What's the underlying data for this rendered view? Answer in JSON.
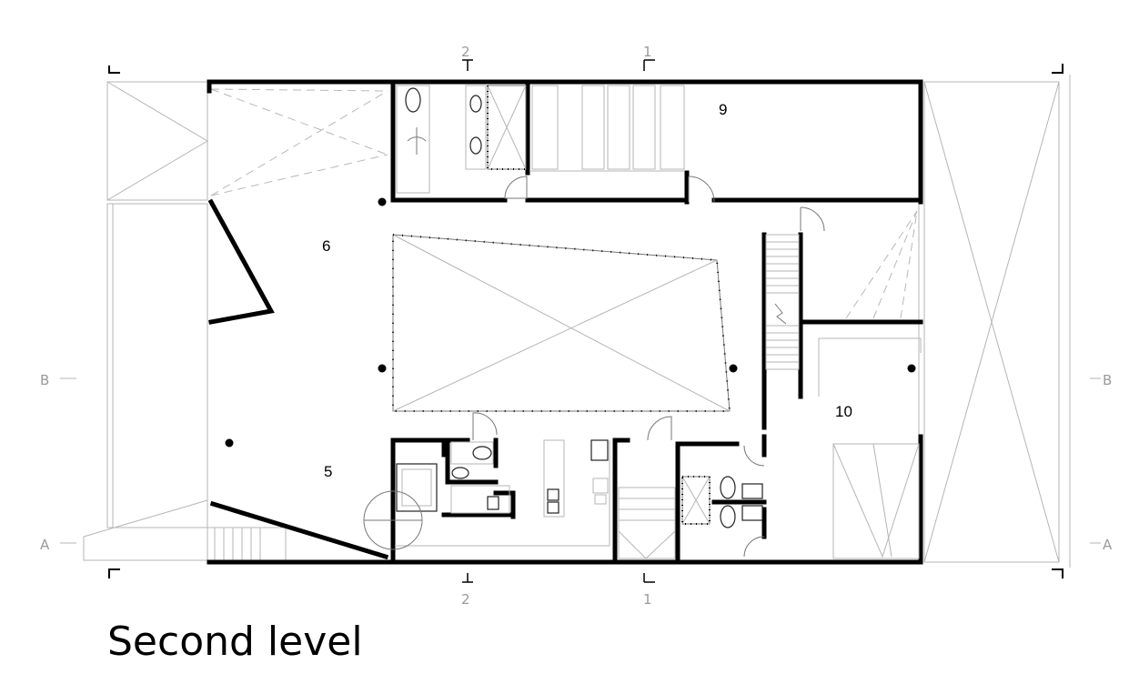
{
  "title": "Second level",
  "rooms": {
    "r5": "5",
    "r6": "6",
    "r9": "9",
    "r10": "10"
  },
  "grid": {
    "top_2": "2",
    "top_1": "1",
    "bottom_2": "2",
    "bottom_1": "1",
    "left_b": "B",
    "left_a": "A",
    "right_b": "B",
    "right_a": "A"
  }
}
